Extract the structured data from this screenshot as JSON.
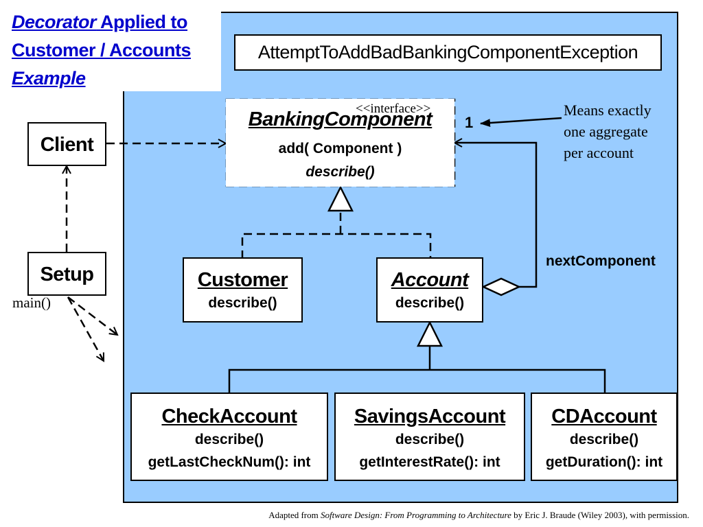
{
  "title": {
    "part1_italic": "Decorator",
    "part1_rest": " Applied to",
    "line2": "Customer / Accounts",
    "line3_italic": "Example"
  },
  "exception": "AttemptToAddBadBankingComponentException",
  "banking_component": {
    "stereotype": "<<interface>>",
    "name": "BankingComponent",
    "op1": "add( Component )",
    "op2": "describe()"
  },
  "multiplicity": "1",
  "note": {
    "line1": "Means exactly",
    "line2": "one aggregate",
    "line3": "per account"
  },
  "client": "Client",
  "setup": {
    "name": "Setup",
    "op": "main()"
  },
  "customer": {
    "name": "Customer",
    "op": "describe()"
  },
  "account": {
    "name": "Account",
    "op": "describe()"
  },
  "next_component": "nextComponent",
  "check_account": {
    "name": "CheckAccount",
    "op1": "describe()",
    "op2": "getLastCheckNum(): int"
  },
  "savings_account": {
    "name": "SavingsAccount",
    "op1": "describe()",
    "op2": "getInterestRate(): int"
  },
  "cd_account": {
    "name": "CDAccount",
    "op1": "describe()",
    "op2": "getDuration(): int"
  },
  "credit": {
    "prefix": "Adapted from ",
    "book": "Software Design: From Programming to Architecture",
    "suffix": " by Eric J. Braude (Wiley 2003), with permission."
  },
  "colors": {
    "panel": "#99ccff",
    "title": "#0000cc"
  }
}
